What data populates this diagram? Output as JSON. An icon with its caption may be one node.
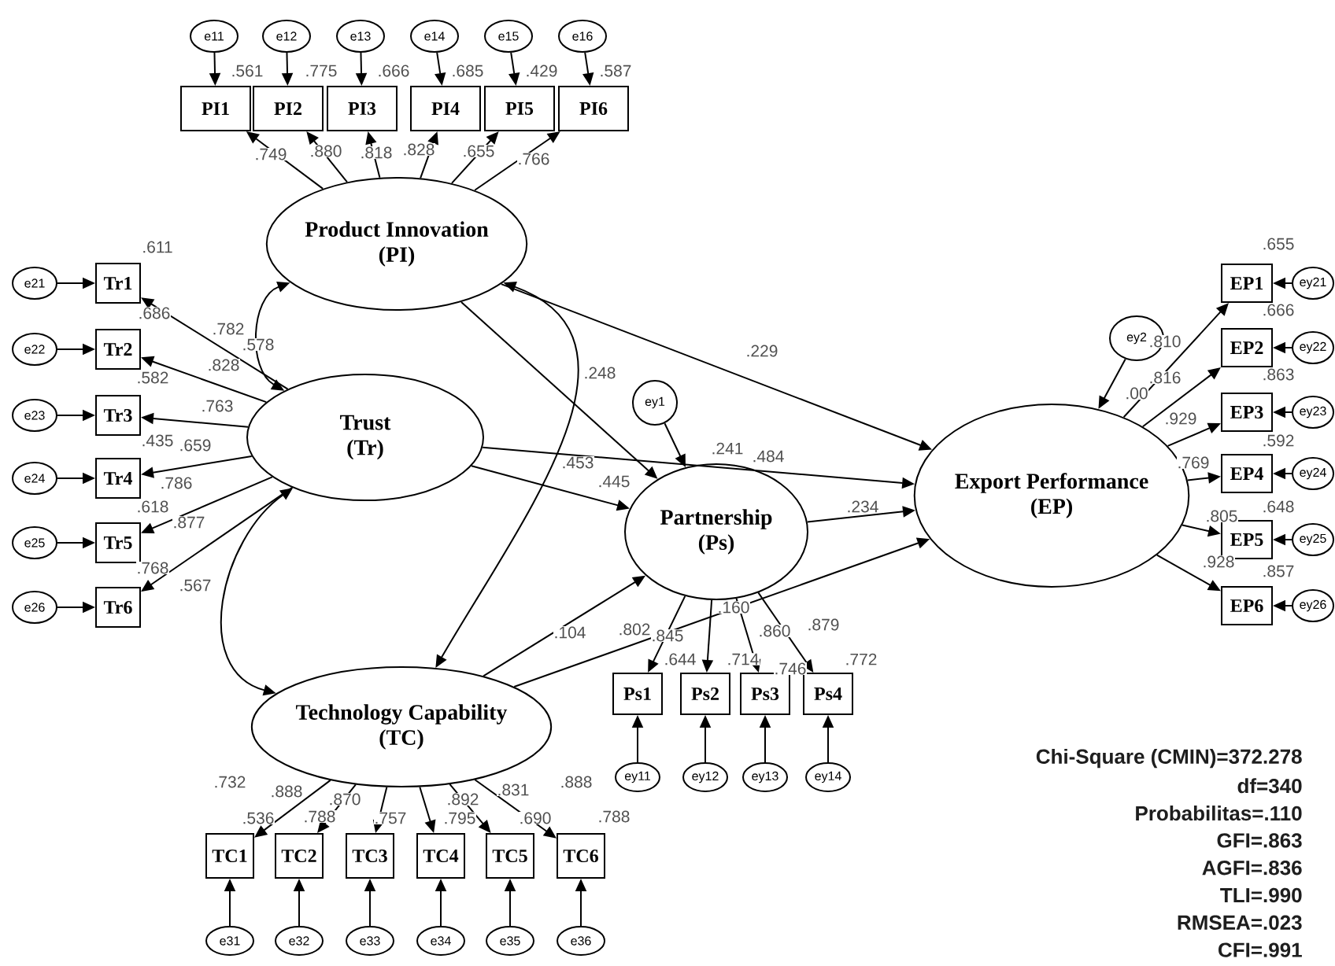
{
  "diagram": {
    "nodes": [
      {
        "text": [
          "e11"
        ]
      },
      {
        "text": [
          "e12"
        ]
      },
      {
        "text": [
          "e13"
        ]
      },
      {
        "text": [
          "e14"
        ]
      },
      {
        "text": [
          "e15"
        ]
      },
      {
        "text": [
          "e16"
        ]
      },
      {
        "text": [
          "PI1"
        ]
      },
      {
        "text": [
          "PI2"
        ]
      },
      {
        "text": [
          "PI3"
        ]
      },
      {
        "text": [
          "PI4"
        ]
      },
      {
        "text": [
          "PI5"
        ]
      },
      {
        "text": [
          "PI6"
        ]
      },
      {
        "text": [
          "Product Innovation",
          "(PI)"
        ]
      },
      {
        "text": [
          "e21"
        ]
      },
      {
        "text": [
          "e22"
        ]
      },
      {
        "text": [
          "e23"
        ]
      },
      {
        "text": [
          "e24"
        ]
      },
      {
        "text": [
          "e25"
        ]
      },
      {
        "text": [
          "e26"
        ]
      },
      {
        "text": [
          "Tr1"
        ]
      },
      {
        "text": [
          "Tr2"
        ]
      },
      {
        "text": [
          "Tr3"
        ]
      },
      {
        "text": [
          "Tr4"
        ]
      },
      {
        "text": [
          "Tr5"
        ]
      },
      {
        "text": [
          "Tr6"
        ]
      },
      {
        "text": [
          "Trust",
          "(Tr)"
        ]
      },
      {
        "text": [
          "ey1"
        ]
      },
      {
        "text": [
          "Partnership",
          "(Ps)"
        ]
      },
      {
        "text": [
          "Export Performance",
          "(EP)"
        ]
      },
      {
        "text": [
          "ey2"
        ]
      },
      {
        "text": [
          "EP1"
        ]
      },
      {
        "text": [
          "EP2"
        ]
      },
      {
        "text": [
          "EP3"
        ]
      },
      {
        "text": [
          "EP4"
        ]
      },
      {
        "text": [
          "EP5"
        ]
      },
      {
        "text": [
          "EP6"
        ]
      },
      {
        "text": [
          "ey21"
        ]
      },
      {
        "text": [
          "ey22"
        ]
      },
      {
        "text": [
          "ey23"
        ]
      },
      {
        "text": [
          "ey24"
        ]
      },
      {
        "text": [
          "ey25"
        ]
      },
      {
        "text": [
          "ey26"
        ]
      },
      {
        "text": [
          "Technology Capability",
          "(TC)"
        ]
      },
      {
        "text": [
          "Ps1"
        ]
      },
      {
        "text": [
          "Ps2"
        ]
      },
      {
        "text": [
          "Ps3"
        ]
      },
      {
        "text": [
          "Ps4"
        ]
      },
      {
        "text": [
          "ey11"
        ]
      },
      {
        "text": [
          "ey12"
        ]
      },
      {
        "text": [
          "ey13"
        ]
      },
      {
        "text": [
          "ey14"
        ]
      },
      {
        "text": [
          "TC1"
        ]
      },
      {
        "text": [
          "TC2"
        ]
      },
      {
        "text": [
          "TC3"
        ]
      },
      {
        "text": [
          "TC4"
        ]
      },
      {
        "text": [
          "TC5"
        ]
      },
      {
        "text": [
          "TC6"
        ]
      },
      {
        "text": [
          "e31"
        ]
      },
      {
        "text": [
          "e32"
        ]
      },
      {
        "text": [
          "e33"
        ]
      },
      {
        "text": [
          "e34"
        ]
      },
      {
        "text": [
          "e35"
        ]
      },
      {
        "text": [
          "e36"
        ]
      }
    ],
    "edges": [
      {
        "from": 0,
        "to": 6,
        "arrow": "to"
      },
      {
        "from": 1,
        "to": 7,
        "arrow": "to"
      },
      {
        "from": 2,
        "to": 8,
        "arrow": "to"
      },
      {
        "from": 3,
        "to": 9,
        "arrow": "to"
      },
      {
        "from": 4,
        "to": 10,
        "arrow": "to"
      },
      {
        "from": 5,
        "to": 11,
        "arrow": "to"
      },
      {
        "from": 12,
        "to": 6,
        "arrow": "to"
      },
      {
        "from": 12,
        "to": 7,
        "arrow": "to"
      },
      {
        "from": 12,
        "to": 8,
        "arrow": "to"
      },
      {
        "from": 12,
        "to": 9,
        "arrow": "to"
      },
      {
        "from": 12,
        "to": 10,
        "arrow": "to"
      },
      {
        "from": 12,
        "to": 11,
        "arrow": "to"
      },
      {
        "from": 13,
        "to": 19,
        "arrow": "to"
      },
      {
        "from": 14,
        "to": 20,
        "arrow": "to"
      },
      {
        "from": 15,
        "to": 21,
        "arrow": "to"
      },
      {
        "from": 16,
        "to": 22,
        "arrow": "to"
      },
      {
        "from": 17,
        "to": 23,
        "arrow": "to"
      },
      {
        "from": 18,
        "to": 24,
        "arrow": "to"
      },
      {
        "from": 25,
        "to": 19,
        "arrow": "to"
      },
      {
        "from": 25,
        "to": 20,
        "arrow": "to"
      },
      {
        "from": 25,
        "to": 21,
        "arrow": "to"
      },
      {
        "from": 25,
        "to": 22,
        "arrow": "to"
      },
      {
        "from": 25,
        "to": 23,
        "arrow": "to"
      },
      {
        "from": 25,
        "to": 24,
        "arrow": "to"
      },
      {
        "from": 12,
        "to": 25,
        "arrow": "both"
      },
      {
        "from": 25,
        "to": 42,
        "arrow": "both"
      },
      {
        "from": 12,
        "to": 42,
        "arrow": "both"
      },
      {
        "from": 12,
        "to": 27,
        "arrow": "to"
      },
      {
        "from": 12,
        "to": 28,
        "arrow": "to"
      },
      {
        "from": 25,
        "to": 27,
        "arrow": "to"
      },
      {
        "from": 25,
        "to": 28,
        "arrow": "to"
      },
      {
        "from": 26,
        "to": 27,
        "arrow": "to"
      },
      {
        "from": 27,
        "to": 28,
        "arrow": "to"
      },
      {
        "from": 42,
        "to": 27,
        "arrow": "to"
      },
      {
        "from": 42,
        "to": 28,
        "arrow": "to"
      },
      {
        "from": 29,
        "to": 28,
        "arrow": "to"
      },
      {
        "from": 28,
        "to": 30,
        "arrow": "to"
      },
      {
        "from": 28,
        "to": 31,
        "arrow": "to"
      },
      {
        "from": 28,
        "to": 32,
        "arrow": "to"
      },
      {
        "from": 28,
        "to": 33,
        "arrow": "to"
      },
      {
        "from": 28,
        "to": 34,
        "arrow": "to"
      },
      {
        "from": 28,
        "to": 35,
        "arrow": "to"
      },
      {
        "from": 36,
        "to": 30,
        "arrow": "to"
      },
      {
        "from": 37,
        "to": 31,
        "arrow": "to"
      },
      {
        "from": 38,
        "to": 32,
        "arrow": "to"
      },
      {
        "from": 39,
        "to": 33,
        "arrow": "to"
      },
      {
        "from": 40,
        "to": 34,
        "arrow": "to"
      },
      {
        "from": 41,
        "to": 35,
        "arrow": "to"
      },
      {
        "from": 27,
        "to": 43,
        "arrow": "to"
      },
      {
        "from": 27,
        "to": 44,
        "arrow": "to"
      },
      {
        "from": 27,
        "to": 45,
        "arrow": "to"
      },
      {
        "from": 27,
        "to": 46,
        "arrow": "to"
      },
      {
        "from": 47,
        "to": 43,
        "arrow": "to"
      },
      {
        "from": 48,
        "to": 44,
        "arrow": "to"
      },
      {
        "from": 49,
        "to": 45,
        "arrow": "to"
      },
      {
        "from": 50,
        "to": 46,
        "arrow": "to"
      },
      {
        "from": 42,
        "to": 51,
        "arrow": "to"
      },
      {
        "from": 42,
        "to": 52,
        "arrow": "to"
      },
      {
        "from": 42,
        "to": 53,
        "arrow": "to"
      },
      {
        "from": 42,
        "to": 54,
        "arrow": "to"
      },
      {
        "from": 42,
        "to": 55,
        "arrow": "to"
      },
      {
        "from": 42,
        "to": 56,
        "arrow": "to"
      },
      {
        "from": 57,
        "to": 51,
        "arrow": "to"
      },
      {
        "from": 58,
        "to": 52,
        "arrow": "to"
      },
      {
        "from": 59,
        "to": 53,
        "arrow": "to"
      },
      {
        "from": 60,
        "to": 54,
        "arrow": "to"
      },
      {
        "from": 61,
        "to": 55,
        "arrow": "to"
      },
      {
        "from": 62,
        "to": 56,
        "arrow": "to"
      }
    ],
    "labels": [
      ".561",
      ".775",
      ".666",
      ".685",
      ".429",
      ".587",
      ".749",
      ".880",
      ".818",
      ".828",
      ".655",
      ".766",
      ".611",
      ".686",
      ".782",
      ".578",
      ".828",
      ".582",
      ".763",
      ".435",
      ".659",
      ".786",
      ".618",
      ".877",
      ".768",
      ".567",
      ".248",
      ".229",
      ".241",
      ".484",
      ".453",
      ".445",
      ".234",
      ".104",
      ".802",
      ".845",
      ".160",
      ".860",
      ".879",
      ".644",
      ".714",
      ".746",
      ".772",
      ".655",
      ".810",
      ".00",
      ".816",
      ".666",
      ".863",
      ".929",
      ".592",
      ".769",
      ".805",
      ".648",
      ".928",
      ".857",
      ".732",
      ".888",
      ".536",
      ".870",
      ".788",
      ".757",
      ".892",
      ".795",
      ".831",
      ".690",
      ".888",
      ".788",
      "Chi-Square (CMIN)=372.278",
      "df=340",
      "Probabilitas=.110",
      "GFI=.863",
      "AGFI=.836",
      "TLI=.990",
      "RMSEA=.023",
      "CFI=.991"
    ]
  }
}
